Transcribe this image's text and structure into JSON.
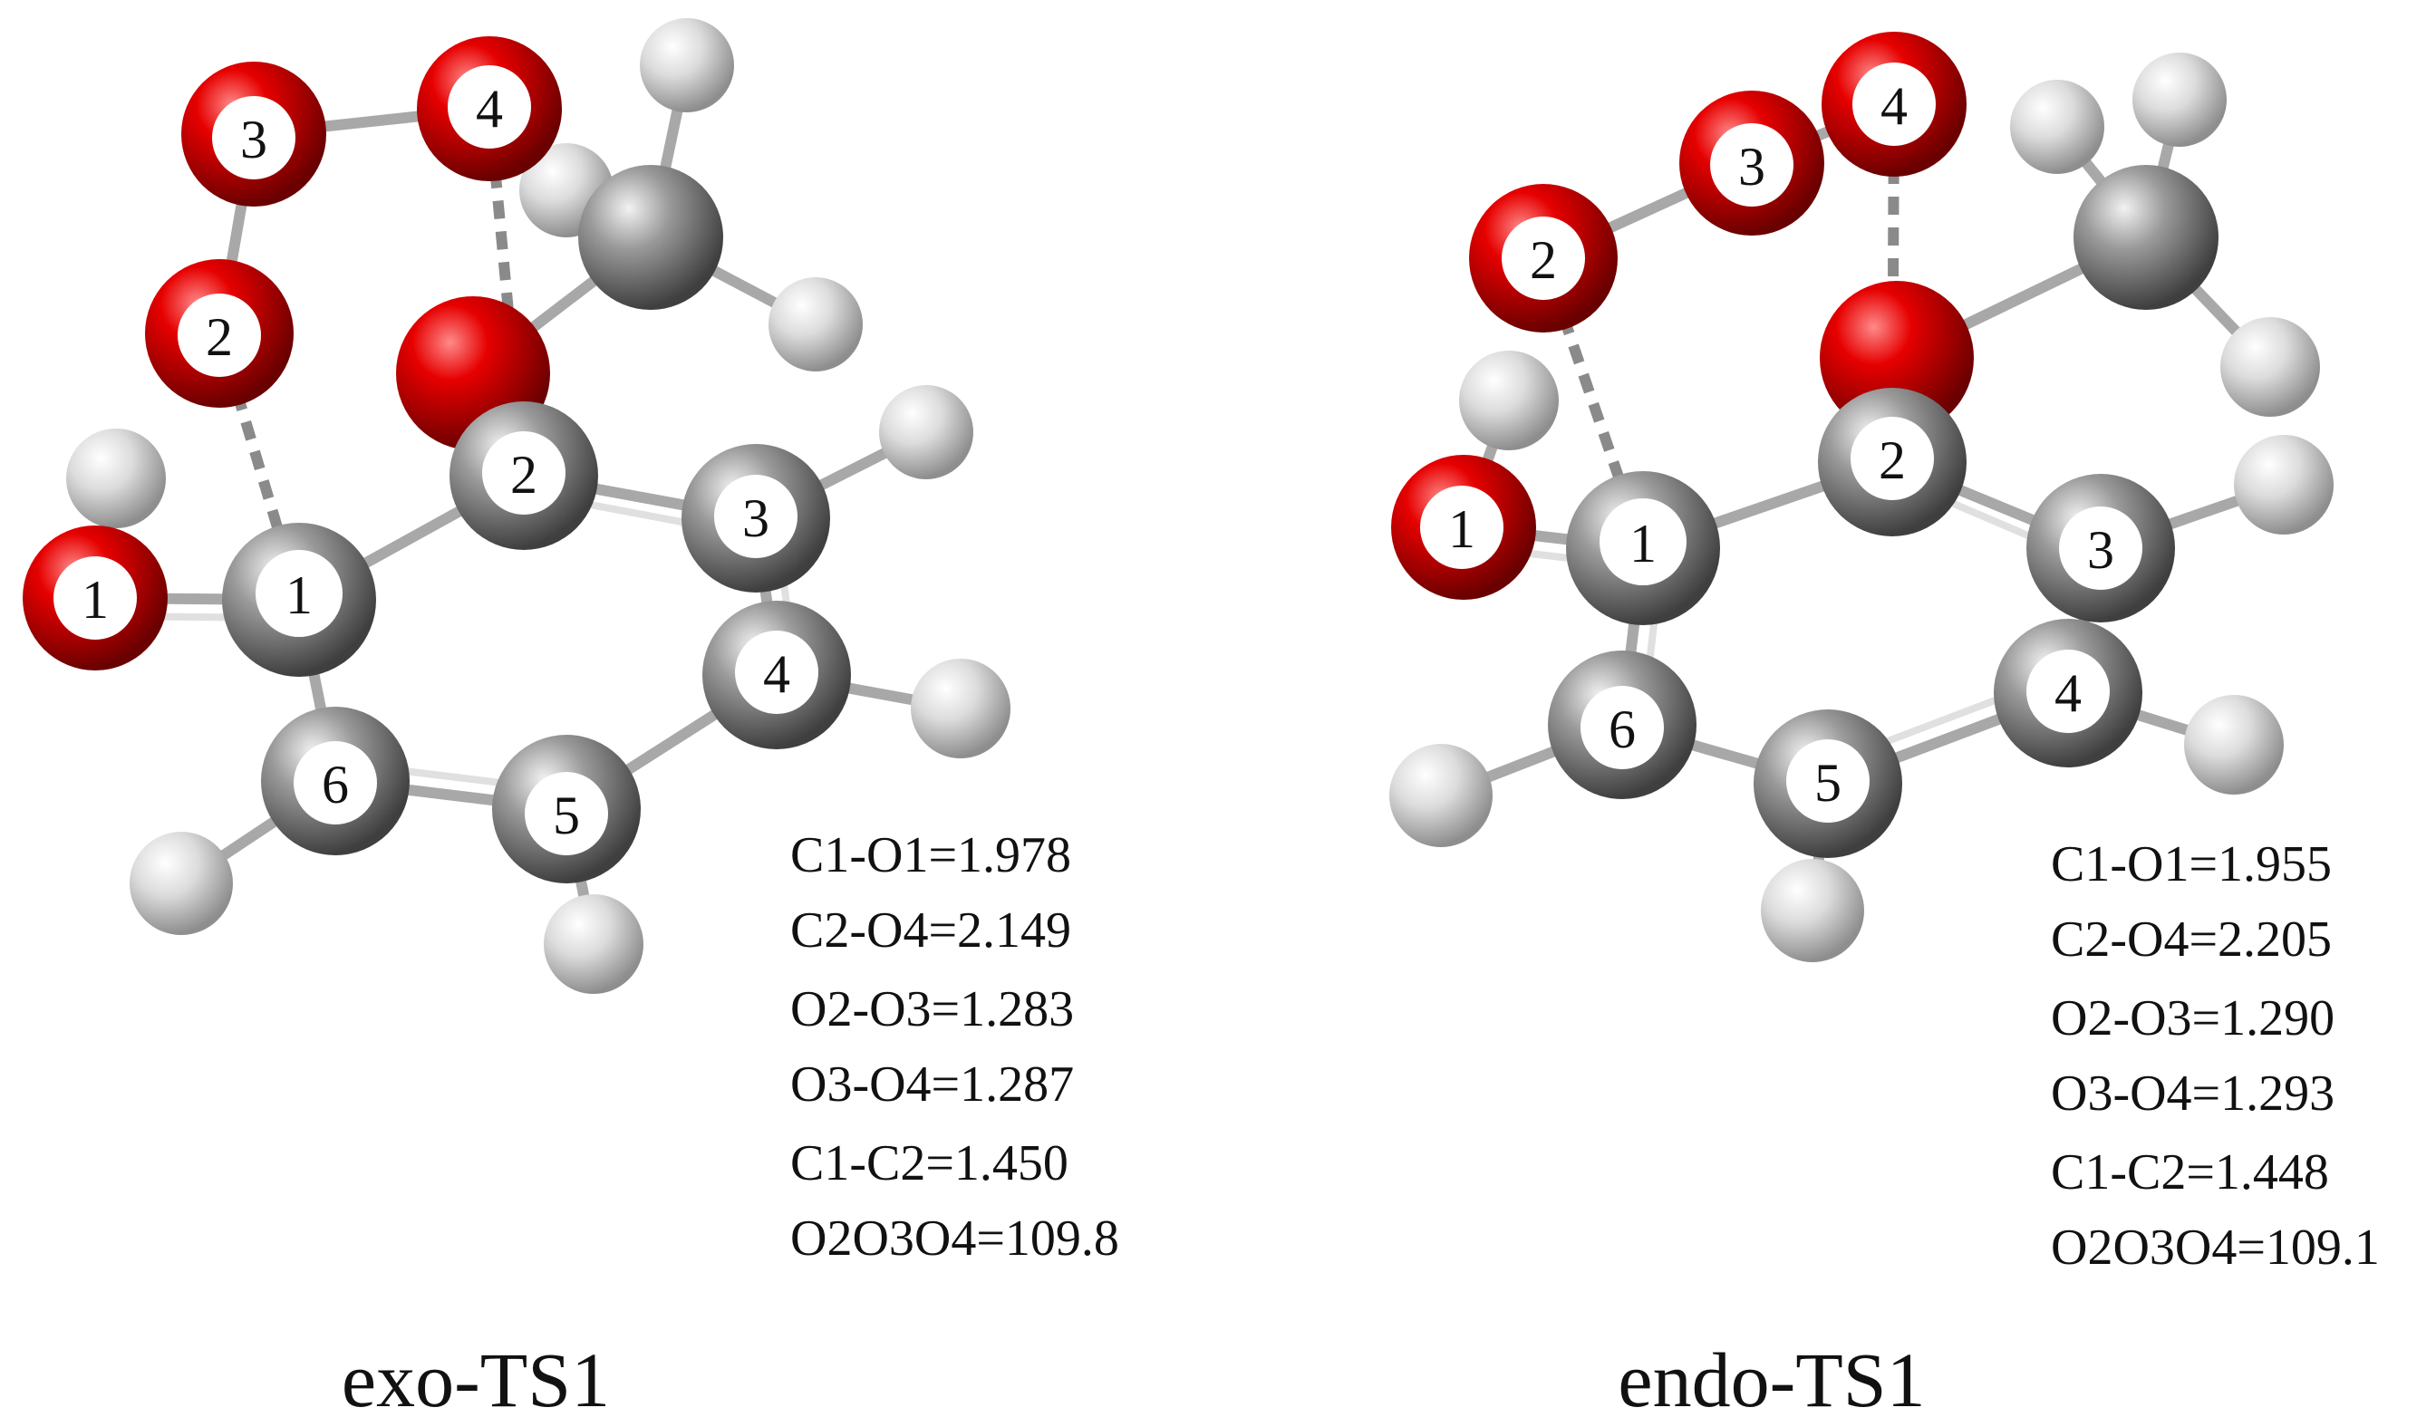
{
  "colors": {
    "oxygen": "#d20000",
    "carbon": "#8c8c8c",
    "hydrogen": "#d9d9d9",
    "bond": "#a6a6a6"
  },
  "panels": [
    {
      "caption": "exo-TS1",
      "parameters": [
        "C1-O1=1.978",
        "C2-O4=2.149",
        "O2-O3=1.283",
        "O3-O4=1.287",
        "C1-C2=1.450",
        "O2O3O4=109.8"
      ],
      "atom_labels": {
        "O1": "1",
        "O2": "2",
        "O3": "3",
        "O4": "4",
        "C1": "1",
        "C2": "2",
        "C3": "3",
        "C4": "4",
        "C5": "5",
        "C6": "6"
      }
    },
    {
      "caption": "endo-TS1",
      "parameters": [
        "C1-O1=1.955",
        "C2-O4=2.205",
        "O2-O3=1.290",
        "O3-O4=1.293",
        "C1-C2=1.448",
        "O2O3O4=109.1"
      ],
      "atom_labels": {
        "O1": "1",
        "O2": "2",
        "O3": "3",
        "O4": "4",
        "C1": "1",
        "C2": "2",
        "C3": "3",
        "C4": "4",
        "C5": "5",
        "C6": "6"
      }
    }
  ]
}
